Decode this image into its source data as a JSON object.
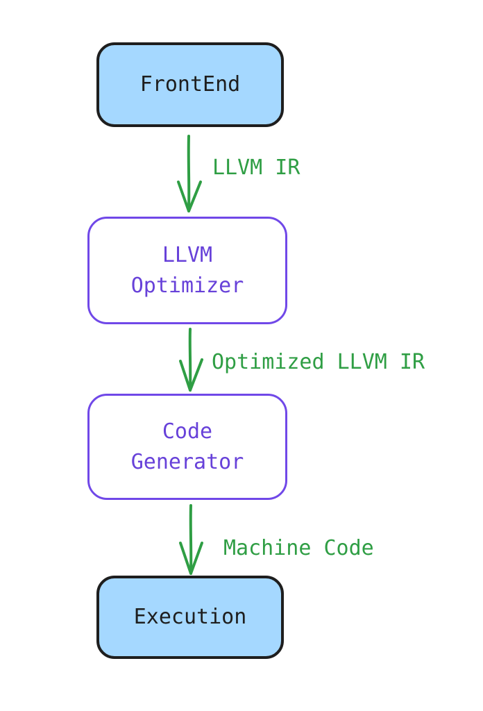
{
  "nodes": {
    "frontend": {
      "label": "FrontEnd"
    },
    "optimizer": {
      "line1": "LLVM",
      "line2": "Optimizer"
    },
    "codegen": {
      "line1": "Code",
      "line2": "Generator"
    },
    "execution": {
      "label": "Execution"
    }
  },
  "edges": {
    "frontend_to_optimizer": {
      "label": "LLVM IR"
    },
    "optimizer_to_codegen": {
      "label": "Optimized LLVM IR"
    },
    "codegen_to_execution": {
      "label": "Machine Code"
    }
  },
  "colors": {
    "filled_node_bg": "#a5d8ff",
    "filled_node_border": "#1e1e1e",
    "outline_node_border": "#7048e8",
    "outline_node_text": "#6741d9",
    "arrow": "#2f9e44"
  }
}
